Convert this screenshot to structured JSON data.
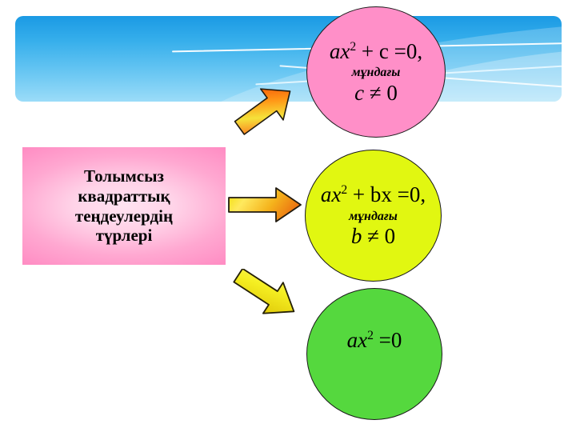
{
  "slide": {
    "title_box": {
      "text": "Толымсыз\nквадраттық\nтеңдеулердің\nтүрлері",
      "background_color": "#ff8ec4"
    },
    "banner": {
      "color_top": "#1b9ae4",
      "color_bottom": "#9bdcf8"
    },
    "branches": [
      {
        "id": "case-c",
        "color": "#ff8fc8",
        "equation_main": "ax",
        "equation_exponent": "2",
        "equation_rest": " + c =0,",
        "condition_word": "мұндағы",
        "condition_var": "c",
        "condition_op": " ≠ 0",
        "arrow": {
          "name": "arrow-up-right",
          "color_start": "#ff4d14",
          "color_mid": "#f0e23a",
          "color_end": "#ff3c00"
        }
      },
      {
        "id": "case-b",
        "color": "#e1f711",
        "equation_main": "ax",
        "equation_exponent": "2",
        "equation_rest": " + bx =0,",
        "condition_word": "мұндағы",
        "condition_var": "b",
        "condition_op": " ≠ 0",
        "arrow": {
          "name": "arrow-right",
          "color_start": "#f2e400",
          "color_mid": "#ffe34d",
          "color_end": "#f07d12"
        }
      },
      {
        "id": "case-a",
        "color": "#55d83e",
        "equation_main": "ax",
        "equation_exponent": "2",
        "equation_rest": " =0",
        "condition_word": "",
        "condition_var": "",
        "condition_op": "",
        "arrow": {
          "name": "arrow-down-right",
          "color_start": "#f5ef2a",
          "color_mid": "#f7f23d",
          "color_end": "#e8d316"
        }
      }
    ]
  }
}
